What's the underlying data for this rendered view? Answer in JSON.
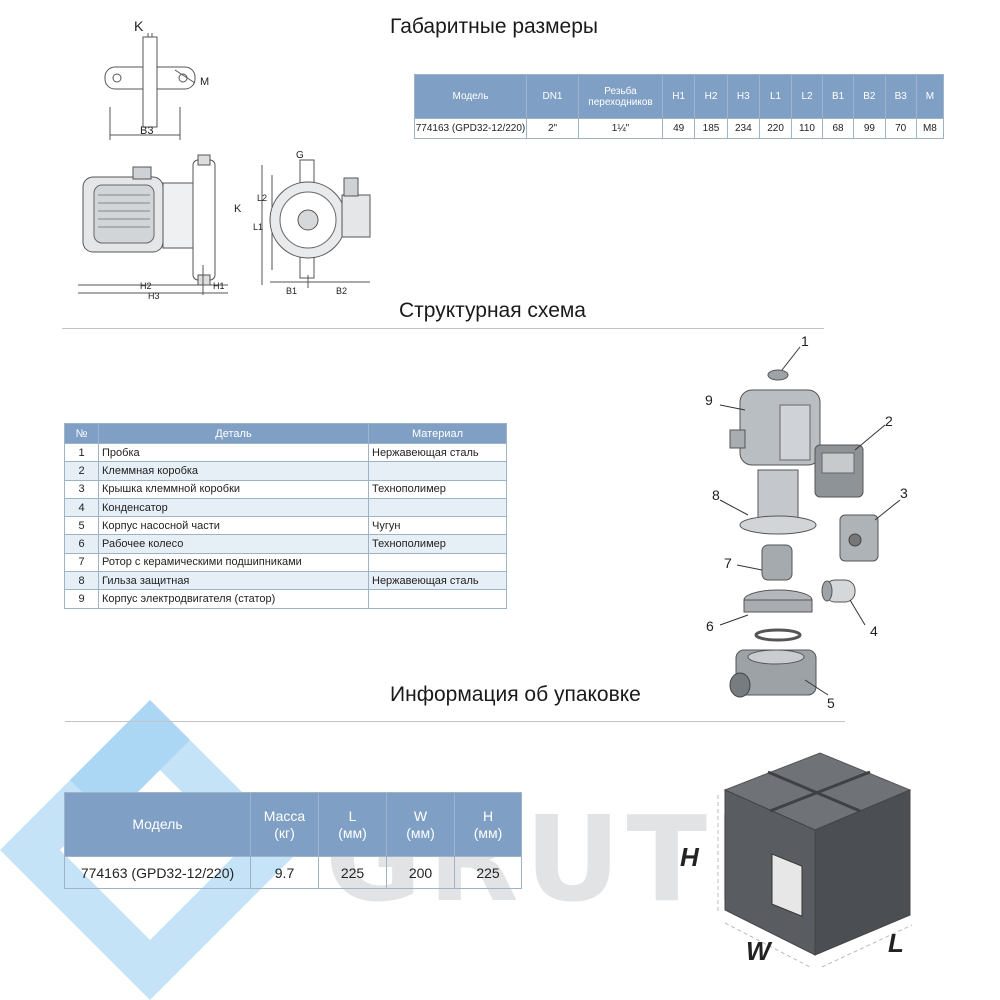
{
  "titles": {
    "dimensions": "Габаритные размеры",
    "structure": "Структурная схема",
    "packaging": "Информация об упаковке"
  },
  "dimensions_table": {
    "headers": [
      "Модель",
      "DN1",
      "Резьба переходников",
      "H1",
      "H2",
      "H3",
      "L1",
      "L2",
      "B1",
      "B2",
      "B3",
      "M"
    ],
    "row": [
      "774163 (GPD32-12/220)",
      "2\"",
      "1¼\"",
      "49",
      "185",
      "234",
      "220",
      "110",
      "68",
      "99",
      "70",
      "M8"
    ]
  },
  "drawing_labels": {
    "k": "K",
    "m": "M",
    "b3": "B3",
    "g": "G",
    "l1": "L1",
    "l2": "L2",
    "h1": "H1",
    "h2": "H2",
    "h3": "H3",
    "b1": "B1",
    "b2": "B2"
  },
  "parts_table": {
    "headers": [
      "№",
      "Деталь",
      "Материал"
    ],
    "rows": [
      [
        "1",
        "Пробка",
        "Нержавеющая сталь"
      ],
      [
        "2",
        "Клеммная коробка",
        ""
      ],
      [
        "3",
        "Крышка клеммной коробки",
        "Технополимер"
      ],
      [
        "4",
        "Конденсатор",
        ""
      ],
      [
        "5",
        "Корпус насосной части",
        "Чугун"
      ],
      [
        "6",
        "Рабочее колесо",
        "Технополимер"
      ],
      [
        "7",
        "Ротор с керамическими подшипниками",
        ""
      ],
      [
        "8",
        "Гильза защитная",
        "Нержавеющая сталь"
      ],
      [
        "9",
        "Корпус электродвигателя (статор)",
        ""
      ]
    ]
  },
  "exploded_callouts": [
    "1",
    "2",
    "3",
    "4",
    "5",
    "6",
    "7",
    "8",
    "9"
  ],
  "packaging_table": {
    "headers": [
      "Модель",
      "Масса\n(кг)",
      "L\n(мм)",
      "W\n(мм)",
      "H\n(мм)"
    ],
    "row": [
      "774163 (GPD32-12/220)",
      "9.7",
      "225",
      "200",
      "225"
    ]
  },
  "box_labels": {
    "h": "H",
    "w": "W",
    "l": "L"
  },
  "watermark": "GRUTEK",
  "colors": {
    "header_blue": "#7fa0c4",
    "stripe": "#e6eef6",
    "watermark_blue": "#4aa8e8"
  }
}
